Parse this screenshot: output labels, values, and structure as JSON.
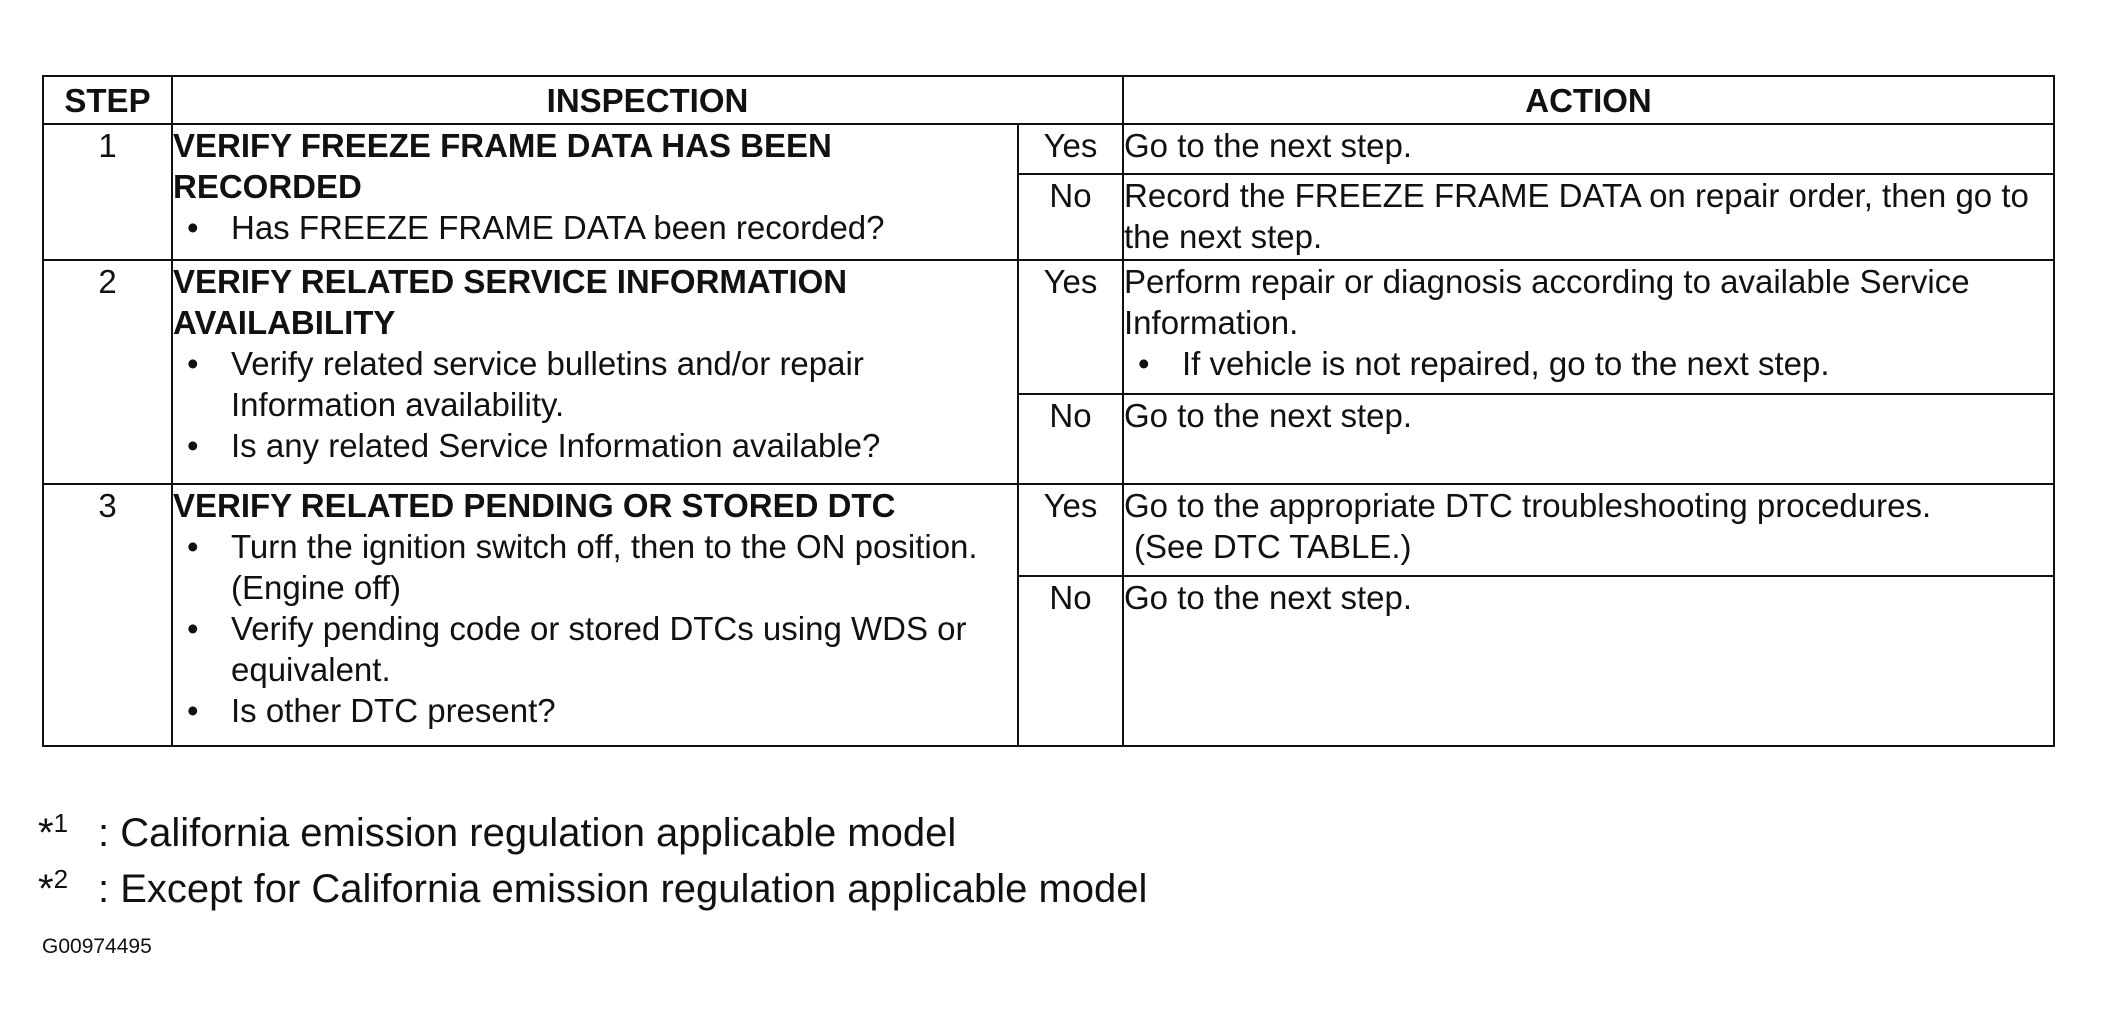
{
  "table": {
    "headers": {
      "step": "STEP",
      "inspection": "INSPECTION",
      "action": "ACTION"
    },
    "rows": [
      {
        "step": "1",
        "title": "VERIFY FREEZE FRAME DATA HAS BEEN RECORDED",
        "bullets": [
          "Has FREEZE FRAME DATA been recorded?"
        ],
        "yes_label": "Yes",
        "yes_action": "Go to the next step.",
        "no_label": "No",
        "no_action": "Record the FREEZE FRAME DATA on repair order, then go to the next step."
      },
      {
        "step": "2",
        "title": "VERIFY RELATED SERVICE INFORMATION AVAILABILITY",
        "bullets": [
          "Verify related service bulletins and/or repair Information availability.",
          "Is any related Service Information available?"
        ],
        "yes_label": "Yes",
        "yes_action": "Perform repair or diagnosis according to available Service Information.",
        "yes_action_bullet": "If vehicle is not repaired, go to the next step.",
        "no_label": "No",
        "no_action": "Go to the next step."
      },
      {
        "step": "3",
        "title": "VERIFY RELATED PENDING OR STORED DTC",
        "bullets": [
          "Turn the ignition switch off, then to the ON position. (Engine off)",
          "Verify pending code or stored DTCs using WDS or equivalent.",
          "Is other DTC present?"
        ],
        "yes_label": "Yes",
        "yes_action": "Go to the appropriate DTC troubleshooting procedures.",
        "yes_action_note": "(See DTC TABLE.)",
        "no_label": "No",
        "no_action": "Go to the next step."
      }
    ]
  },
  "notes": [
    {
      "mark": "*",
      "num": "1",
      "text": ": California emission regulation applicable model"
    },
    {
      "mark": "*",
      "num": "2",
      "text": ": Except for California emission regulation applicable model"
    }
  ],
  "figure_id": "G00974495"
}
